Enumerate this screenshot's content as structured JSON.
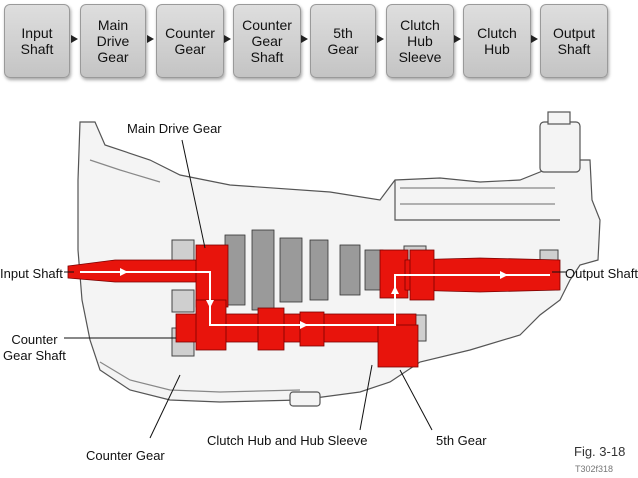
{
  "flow": {
    "steps": [
      {
        "label": "Input\nShaft"
      },
      {
        "label": "Main\nDrive\nGear"
      },
      {
        "label": "Counter\nGear"
      },
      {
        "label": "Counter\nGear\nShaft"
      },
      {
        "label": "5th\nGear"
      },
      {
        "label": "Clutch\nHub\nSleeve"
      },
      {
        "label": "Clutch\nHub"
      },
      {
        "label": "Output\nShaft"
      }
    ]
  },
  "labels": {
    "main_drive_gear": "Main Drive Gear",
    "input_shaft": "Input Shaft",
    "output_shaft": "Output Shaft",
    "counter_gear_shaft": "Counter\nGear Shaft",
    "counter_gear": "Counter Gear",
    "clutch_hub_sleeve": "Clutch Hub and Hub Sleeve",
    "fifth_gear": "5th Gear"
  },
  "figure": {
    "number": "Fig. 3-18",
    "code": "T302f318"
  },
  "colors": {
    "power_flow": "#e8140c",
    "flow_arrow": "#ffffff",
    "housing_line": "#555555"
  }
}
